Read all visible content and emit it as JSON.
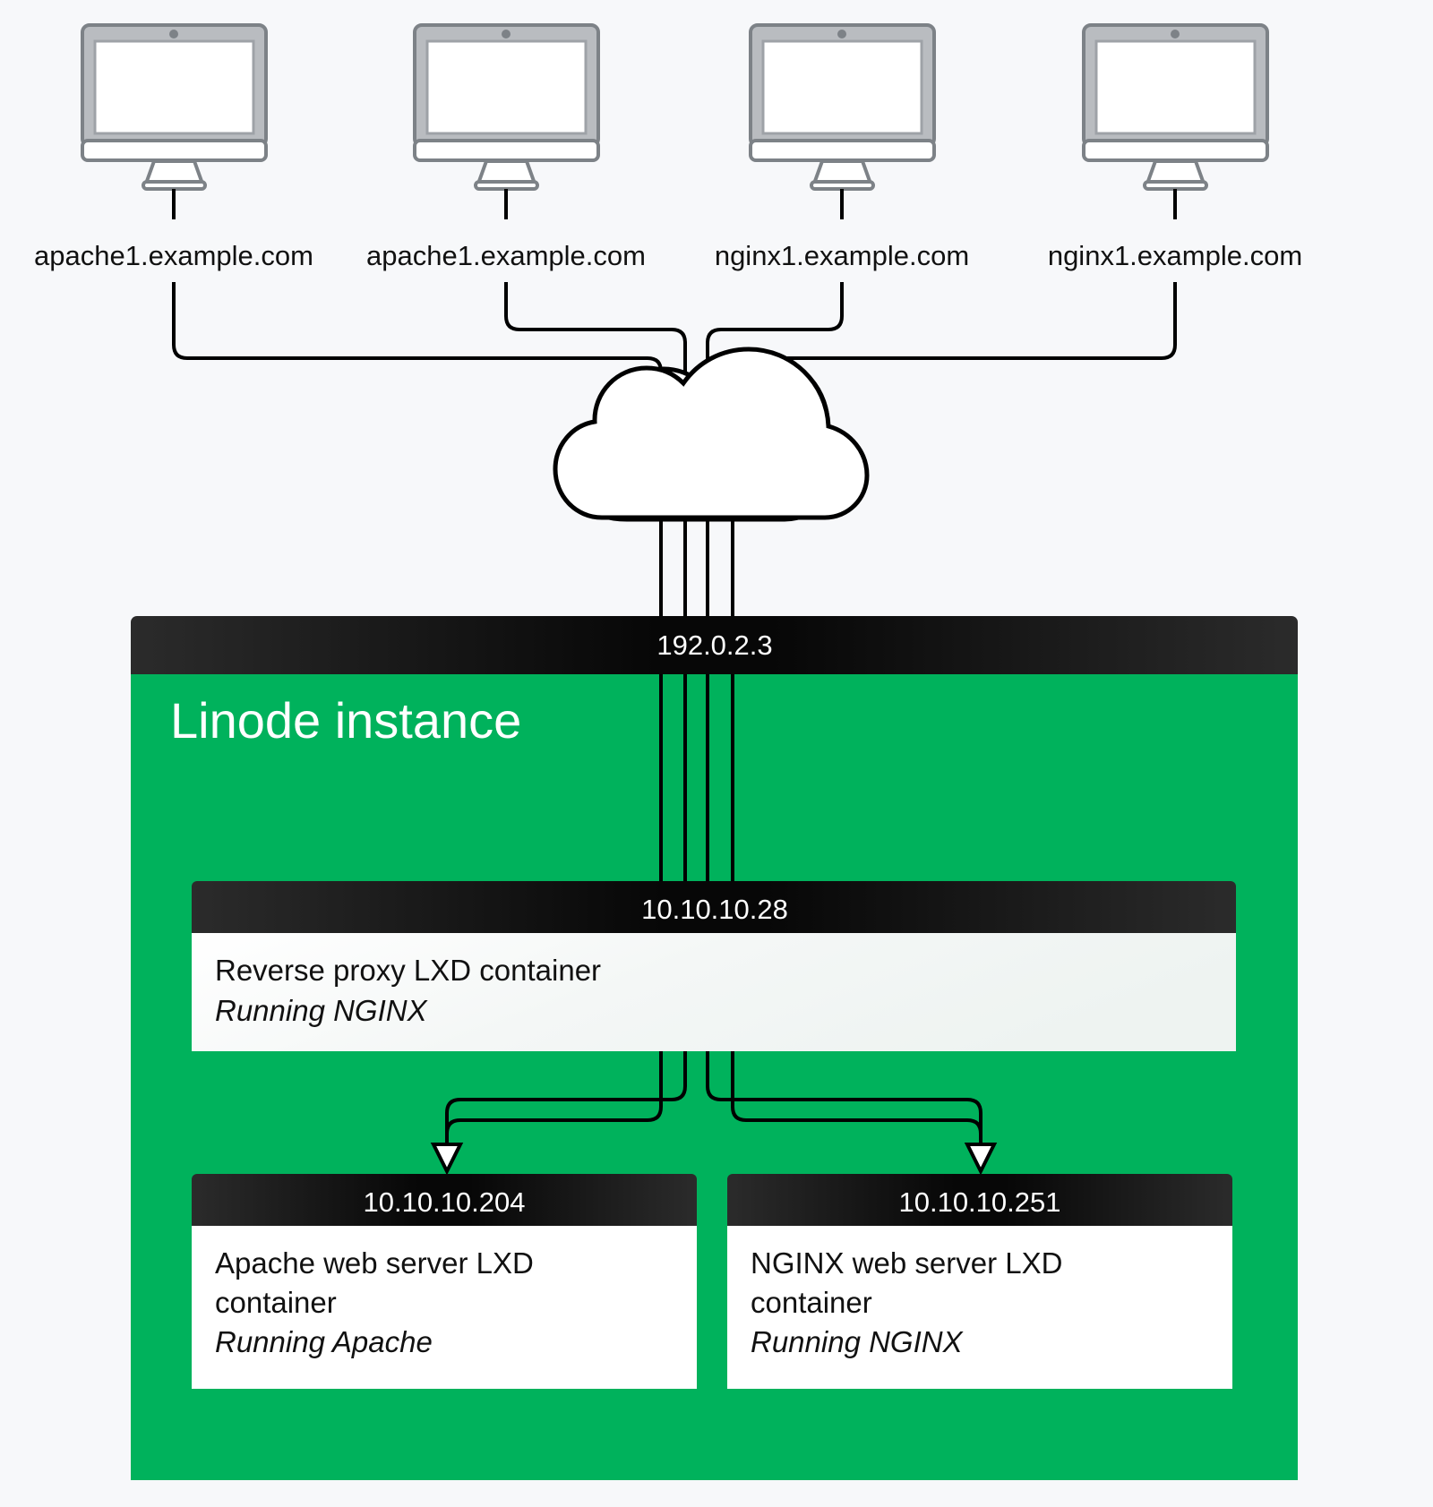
{
  "diagram": {
    "title": "Linode instance LXD reverse proxy architecture",
    "background_color": "#f7f8fa"
  },
  "colors": {
    "instance_green": "#00b25c",
    "header_dark": "#232323",
    "box_white": "#fafbfb",
    "line_black": "#000000",
    "monitor_gray": "#b9bcc0",
    "monitor_outline": "#7d8287"
  },
  "clients": [
    {
      "label": "apache1.example.com",
      "icon": "monitor-icon"
    },
    {
      "label": "apache1.example.com",
      "icon": "monitor-icon"
    },
    {
      "label": "nginx1.example.com",
      "icon": "monitor-icon"
    },
    {
      "label": "nginx1.example.com",
      "icon": "monitor-icon"
    }
  ],
  "cloud": {
    "icon": "cloud-icon",
    "label": ""
  },
  "instance": {
    "ip": "192.0.2.3",
    "title": "Linode instance"
  },
  "proxy_container": {
    "ip": "10.10.10.28",
    "line1": "Reverse proxy LXD container",
    "line2": "Running NGINX"
  },
  "backend_containers": [
    {
      "ip": "10.10.10.204",
      "line1": "Apache web server LXD",
      "line2": "container",
      "line3": "Running Apache"
    },
    {
      "ip": "10.10.10.251",
      "line1": "NGINX web server LXD",
      "line2": "container",
      "line3": "Running NGINX"
    }
  ]
}
